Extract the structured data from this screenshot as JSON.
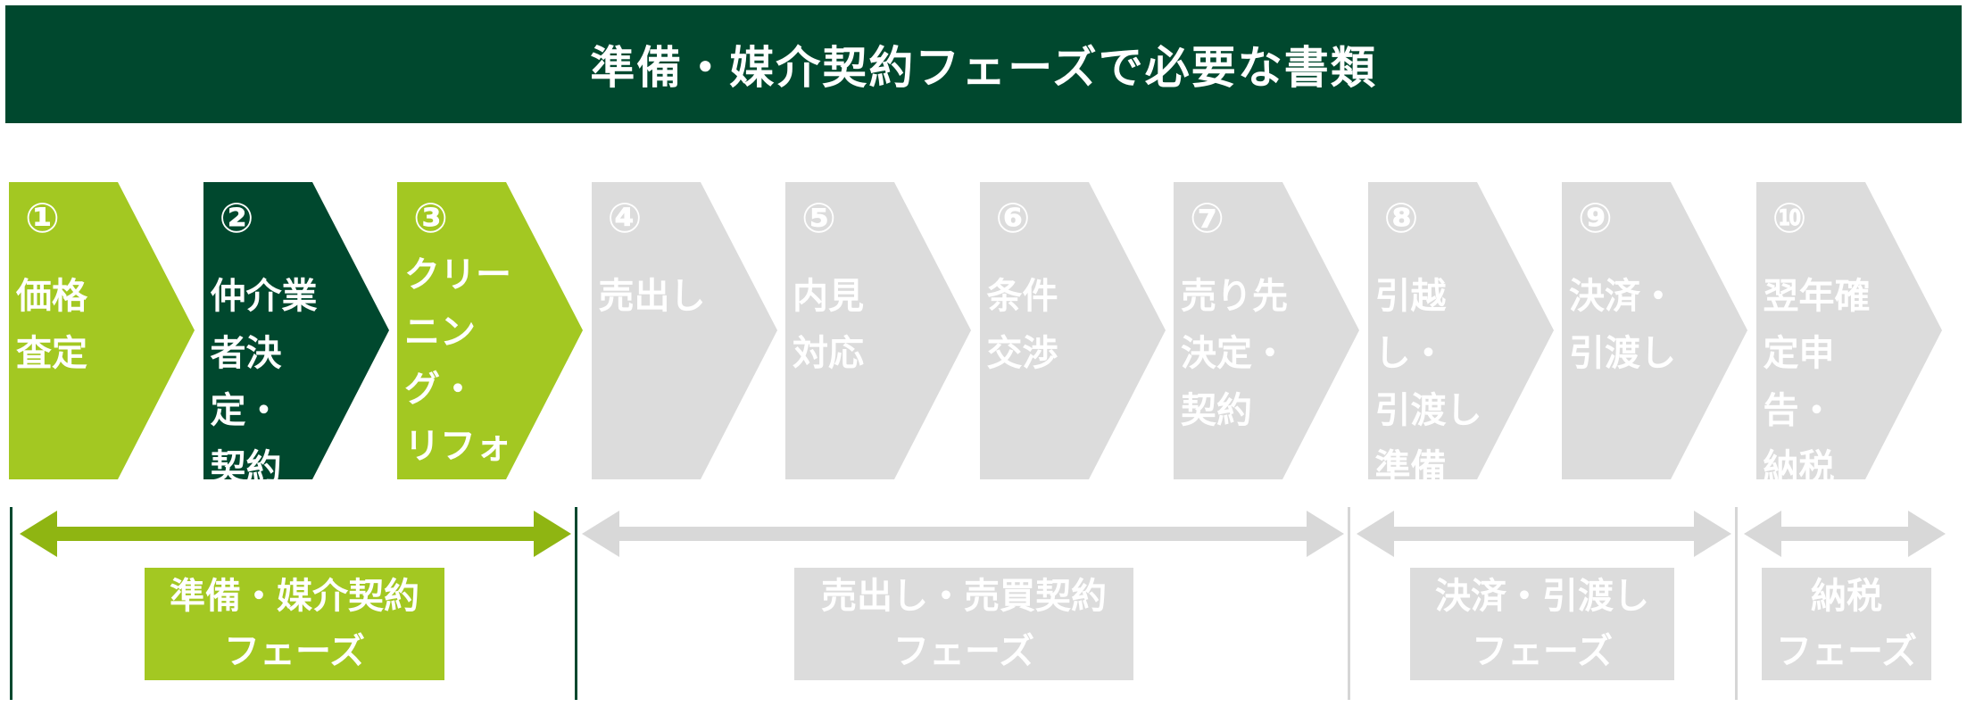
{
  "banner": {
    "title": "準備・媒介契約フェーズで必要な書類",
    "color": "#00482e"
  },
  "colors": {
    "active": "#a3c822",
    "dark": "#00482e",
    "inactive": "#dcdcdc",
    "active_text": "#ffffff",
    "inactive_text": "#ffffff",
    "active_arrow": "#8fb512",
    "inactive_arrow": "#d8d8d8",
    "inactive_divider": "#d6d6d6"
  },
  "steps": [
    {
      "num": "①",
      "label": "価格\n査定",
      "state": "active"
    },
    {
      "num": "②",
      "label": "仲介業\n者決定・\n契約",
      "state": "dark"
    },
    {
      "num": "③",
      "label": "クリー\nニング・\nリフォー\nム",
      "state": "active"
    },
    {
      "num": "④",
      "label": "売出し",
      "state": "inactive"
    },
    {
      "num": "⑤",
      "label": "内見\n対応",
      "state": "inactive"
    },
    {
      "num": "⑥",
      "label": "条件\n交渉",
      "state": "inactive"
    },
    {
      "num": "⑦",
      "label": "売り先\n決定・\n契約",
      "state": "inactive"
    },
    {
      "num": "⑧",
      "label": "引越し・\n引渡し\n準備",
      "state": "inactive"
    },
    {
      "num": "⑨",
      "label": "決済・\n引渡し",
      "state": "inactive"
    },
    {
      "num": "⑩",
      "label": "翌年確\n定申告・\n納税",
      "state": "inactive"
    }
  ],
  "phases": [
    {
      "label": "準備・媒介契約\nフェーズ",
      "state": "active"
    },
    {
      "label": "売出し・売買契約\nフェーズ",
      "state": "inactive"
    },
    {
      "label": "決済・引渡し\nフェーズ",
      "state": "inactive"
    },
    {
      "label": "納税\nフェーズ",
      "state": "inactive"
    }
  ]
}
